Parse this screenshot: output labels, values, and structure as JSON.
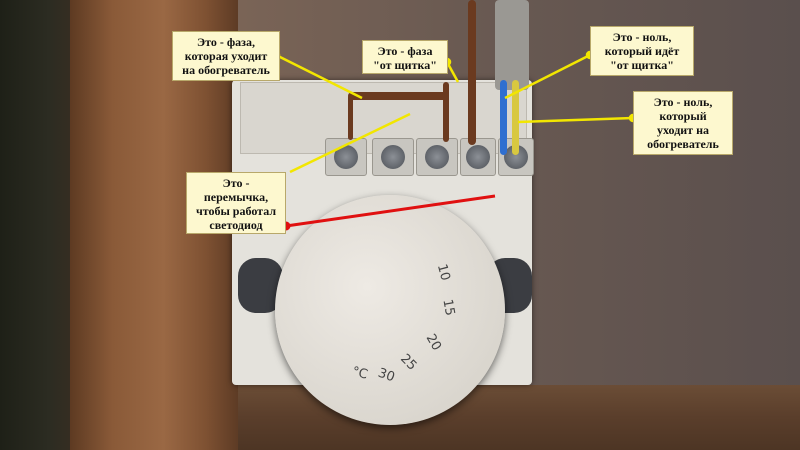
{
  "annotations": {
    "phase_to_heater": {
      "lines": [
        "Это - фаза,",
        "которая уходит",
        "на обогреватель"
      ]
    },
    "phase_from_panel": {
      "lines": [
        "Это - фаза",
        "\"от щитка\""
      ]
    },
    "neutral_from_panel": {
      "lines": [
        "Это - ноль,",
        "который идёт",
        "\"от щитка\""
      ]
    },
    "neutral_to_heater": {
      "lines": [
        "Это - ноль,",
        "который",
        "уходит на",
        "обогреватель"
      ]
    },
    "jumper_for_led": {
      "lines": [
        "Это -",
        "перемычка,",
        "чтобы работал",
        "светодиод"
      ]
    }
  },
  "dial_scale": {
    "values": [
      "10",
      "15",
      "20",
      "25",
      "30"
    ],
    "unit": "°C"
  },
  "colors": {
    "label_background": "#fdf8cf",
    "pointer_yellow": "#f2e600",
    "pointer_red": "#e01010",
    "wire_brown": "#6b3a1f",
    "wire_blue": "#2f6fd0",
    "wire_yellow": "#d8c840"
  }
}
